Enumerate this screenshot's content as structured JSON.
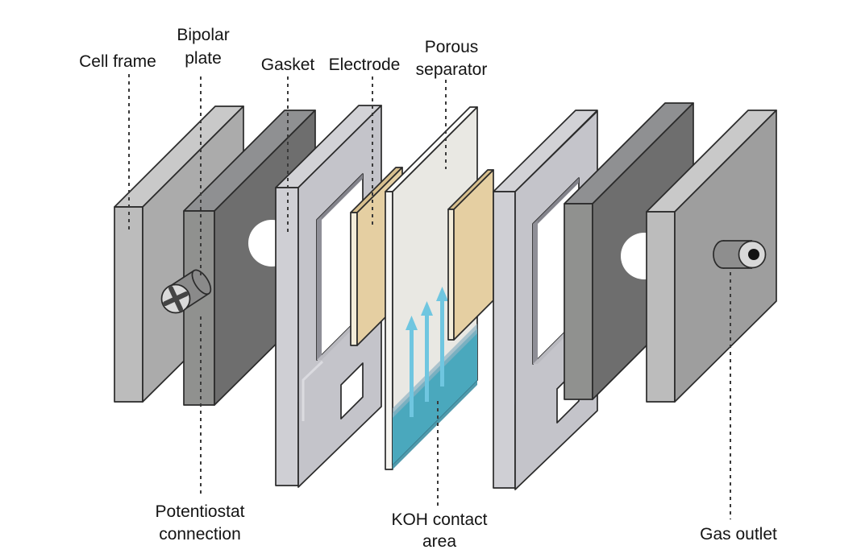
{
  "diagram": {
    "kind": "exploded-view schematic of an electrolysis flow cell stack"
  },
  "labels": {
    "cell_frame": "Cell frame",
    "bipolar_plate_line1": "Bipolar",
    "bipolar_plate_line2": "plate",
    "gasket": "Gasket",
    "electrode": "Electrode",
    "porous_separator_line1": "Porous",
    "porous_separator_line2": "separator",
    "potentiostat_line1": "Potentiostat",
    "potentiostat_line2": "connection",
    "koh_line1": "KOH contact",
    "koh_line2": "area",
    "gas_outlet": "Gas outlet"
  },
  "colors": {
    "background": "#ffffff",
    "cell_frame_face": "#ababab",
    "cell_frame_side": "#bcbcbc",
    "cell_frame_top": "#c9c9c9",
    "right_frame_face": "#9e9e9e",
    "bipolar_face": "#6e6e6e",
    "bipolar_side": "#90918f",
    "bipolar_top": "#8f9092",
    "gasket_face": "#c4c4ca",
    "gasket_side": "#cfcfd4",
    "gasket_top": "#d2d2d6",
    "electrode_face": "#e5cfa2",
    "electrode_side": "#f3ecd9",
    "electrode_top": "#d8bf8d",
    "separator_face": "#e9e8e3",
    "separator_side": "#f6f5f1",
    "koh_teal": "#4aa8bd",
    "arrow_blue": "#6fc6e0",
    "screw_head": "#dadada",
    "screw_body": "#8a8a8a",
    "outlet_body": "#8e8e8e",
    "outlet_ring": "#d8d8d8",
    "outlet_hole": "#141414",
    "hole_white": "#ffffff"
  }
}
